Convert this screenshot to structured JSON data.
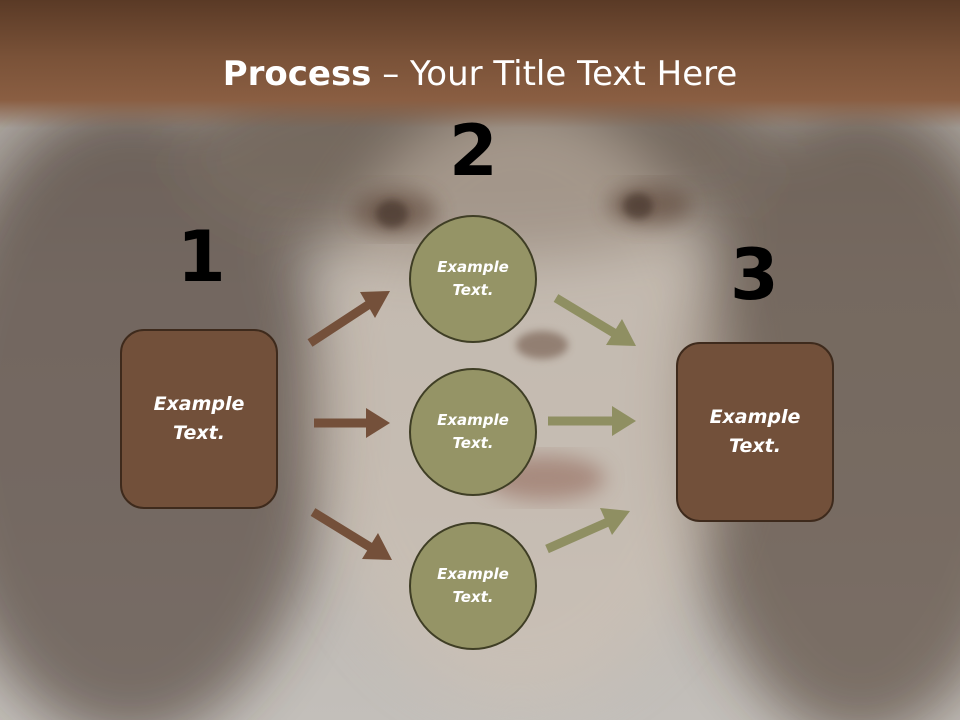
{
  "slide": {
    "title_bold": "Process",
    "title_rest": " – Your Title Text Here"
  },
  "steps": {
    "one": {
      "number": "1",
      "text_line1": "Example",
      "text_line2": "Text."
    },
    "two": {
      "number": "2"
    },
    "three": {
      "number": "3",
      "text_line1": "Example",
      "text_line2": "Text."
    }
  },
  "circles": [
    {
      "text_line1": "Example",
      "text_line2": "Text."
    },
    {
      "text_line1": "Example",
      "text_line2": "Text."
    },
    {
      "text_line1": "Example",
      "text_line2": "Text."
    }
  ],
  "colors": {
    "header_brown": "#7a5238",
    "box_fill": "#72503a",
    "circle_fill": "#959466",
    "arrow_brown": "#74503a",
    "arrow_olive": "#8f8f62"
  }
}
